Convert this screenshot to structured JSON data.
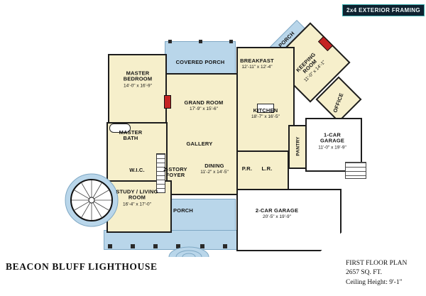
{
  "meta": {
    "badge": "2x4 EXTERIOR FRAMING",
    "title": "BEACON BLUFF LIGHTHOUSE",
    "plan_name": "FIRST FLOOR PLAN",
    "area": "2657 SQ. FT.",
    "ceiling": "Ceiling Height: 9'-1\""
  },
  "rooms": {
    "master_bedroom": {
      "name": "MASTER BEDROOM",
      "dims": "14'-0\" x 16'-9\""
    },
    "covered_porch": {
      "name": "COVERED PORCH"
    },
    "breakfast": {
      "name": "BREAKFAST",
      "dims": "12'-11\" x 12'-4\""
    },
    "porch_upper": {
      "name": "PORCH"
    },
    "keeping_room": {
      "name": "KEEPING ROOM",
      "dims": "11'-0\" x 14'-1\""
    },
    "grand_room": {
      "name": "GRAND ROOM",
      "dims": "17'-9\" x 15'-6\""
    },
    "kitchen": {
      "name": "KITCHEN",
      "dims": "18'-7\" x 16'-5\""
    },
    "office": {
      "name": "OFFICE"
    },
    "master_bath": {
      "name": "MASTER BATH"
    },
    "gallery": {
      "name": "GALLERY"
    },
    "pantry": {
      "name": "PANTRY"
    },
    "garage_1car": {
      "name": "1-CAR GARAGE",
      "dims": "11'-0\" x 19'-9\""
    },
    "wic": {
      "name": "W.I.C."
    },
    "foyer": {
      "name": "2-STORY FOYER"
    },
    "dining": {
      "name": "DINING",
      "dims": "11'-2\" x 14'-5\""
    },
    "pr": {
      "name": "P.R."
    },
    "lr": {
      "name": "L.R."
    },
    "study": {
      "name": "STUDY / LIVING ROOM",
      "dims": "16'-4\" x 17'-0\""
    },
    "porch_lower": {
      "name": "PORCH"
    },
    "garage_2car": {
      "name": "2-CAR GARAGE",
      "dims": "20'-5\" x 19'-9\""
    }
  },
  "colors": {
    "porch_blue": "#b9d6ea",
    "interior_cream": "#f6efcb",
    "garage_white": "#ffffff",
    "wall": "#1d1d1d",
    "fireplace_red": "#c42323",
    "badge_bg": "#0e2230",
    "badge_accent": "#3db0b0"
  }
}
